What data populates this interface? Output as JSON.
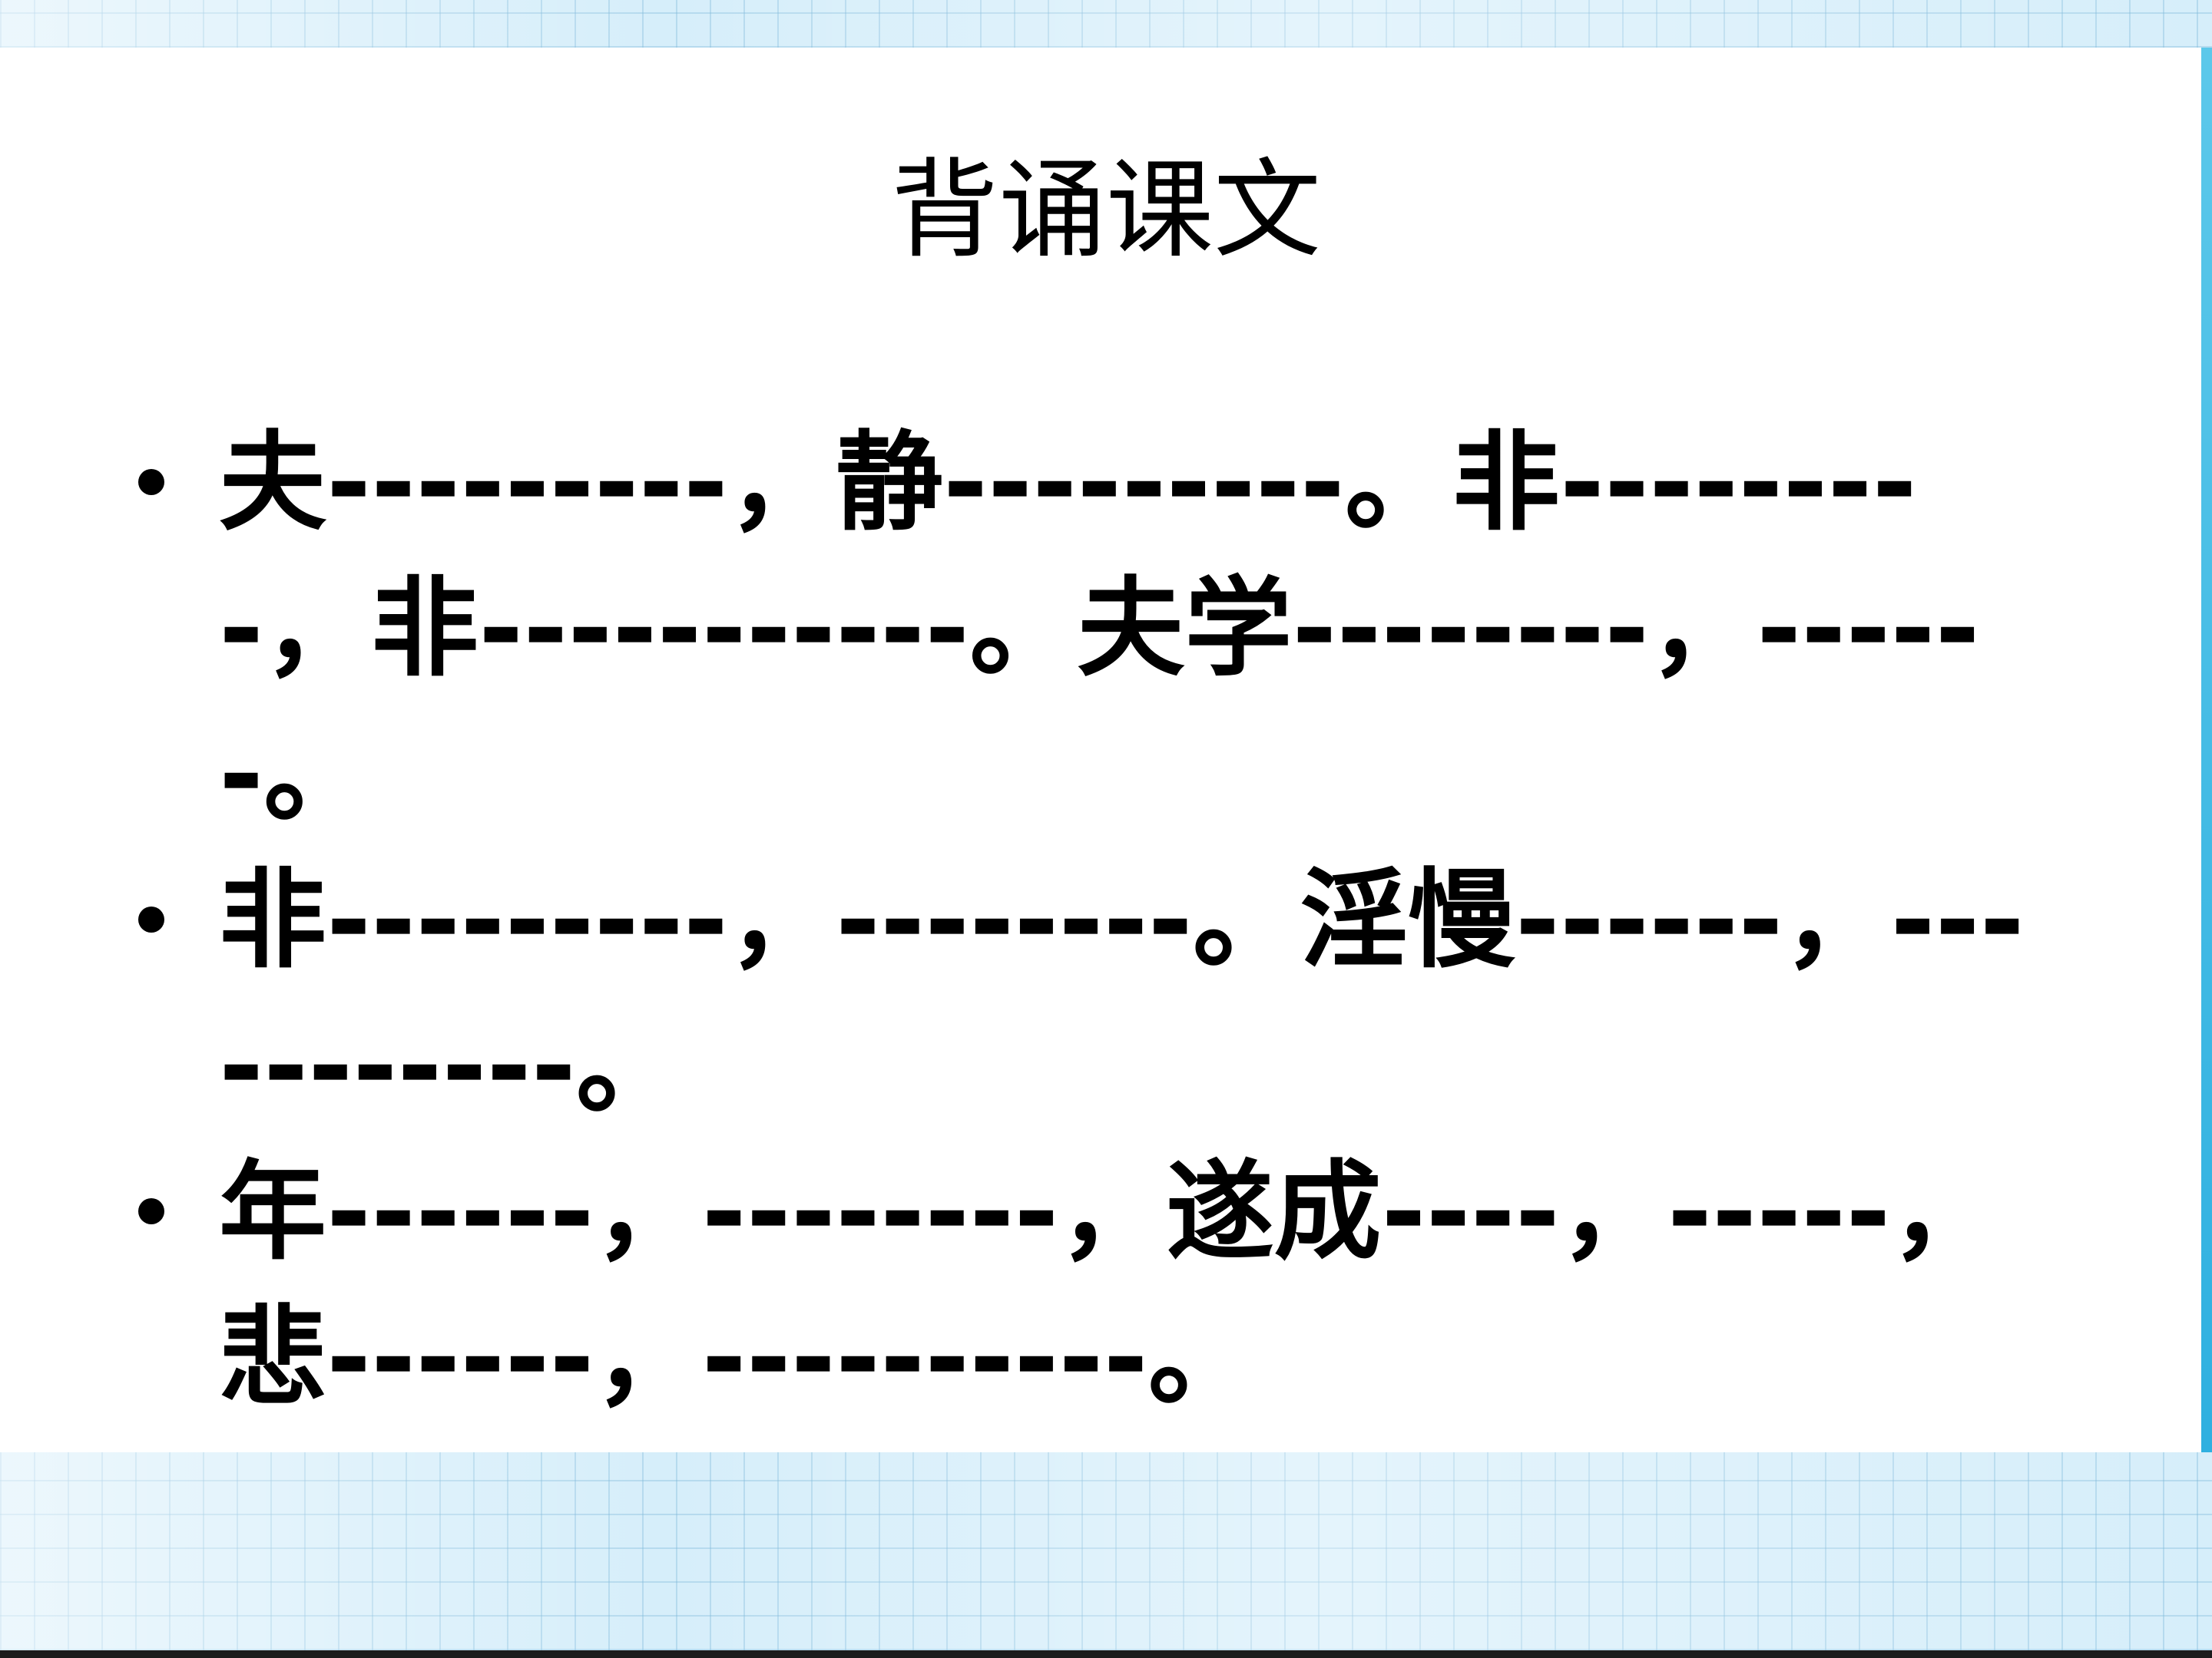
{
  "slide": {
    "title": "背诵课文",
    "bullets": [
      "夫---------，静---------。非---------，非-----------。夫学--------，------。",
      "非---------，--------。淫慢------，-----------。",
      "年------，--------，遂成----，-----，悲------，----------。"
    ]
  },
  "colors": {
    "band": "#d6eefa",
    "accent": "#2fb0e0",
    "text": "#000000"
  }
}
